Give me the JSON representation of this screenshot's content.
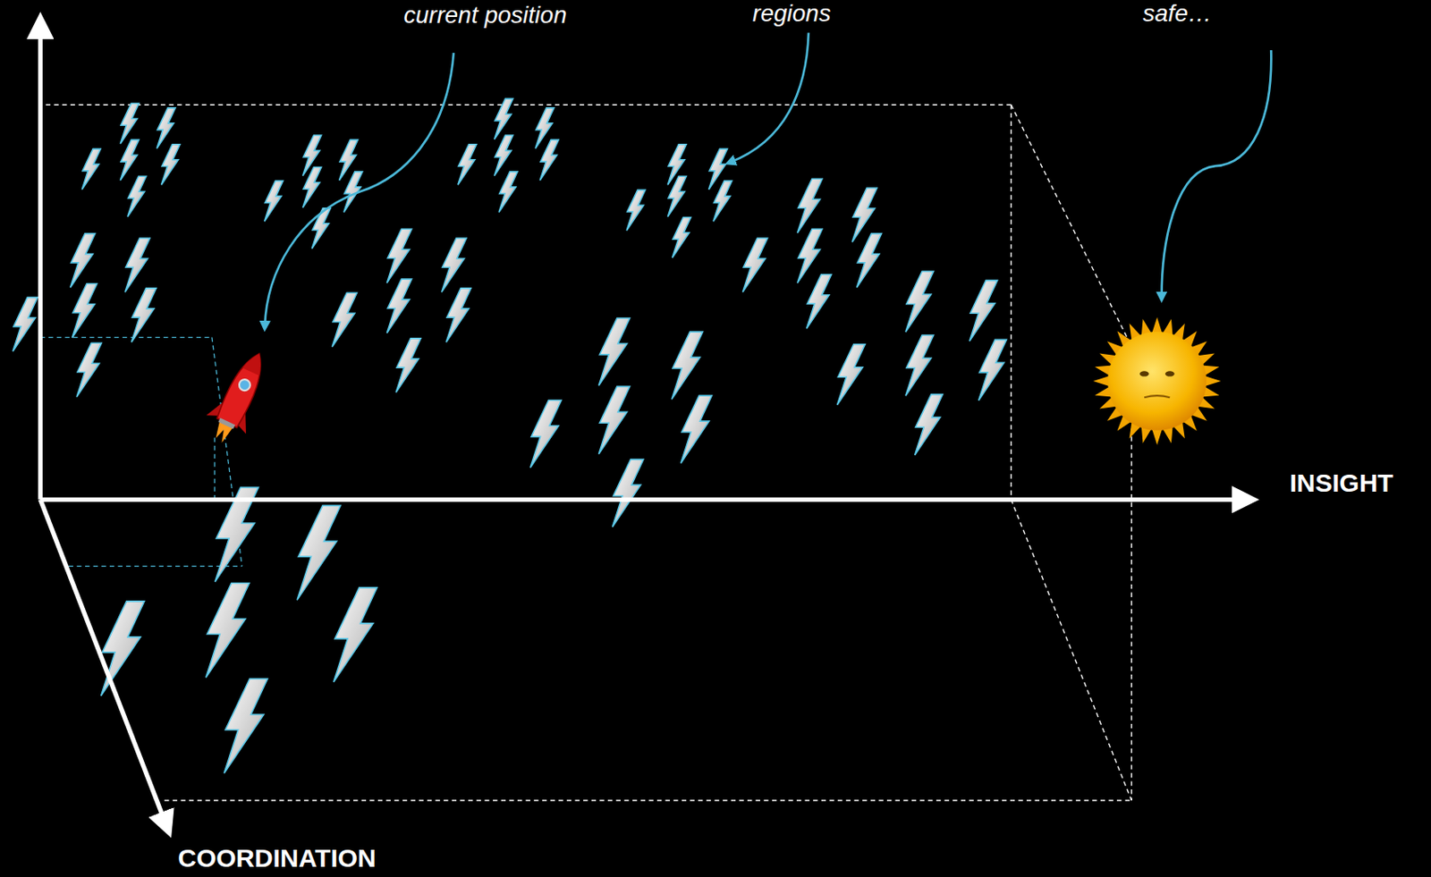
{
  "diagram": {
    "labels": [
      "current position",
      "regions",
      "safe…",
      "INSIGHT",
      "COORDINATION"
    ]
  }
}
